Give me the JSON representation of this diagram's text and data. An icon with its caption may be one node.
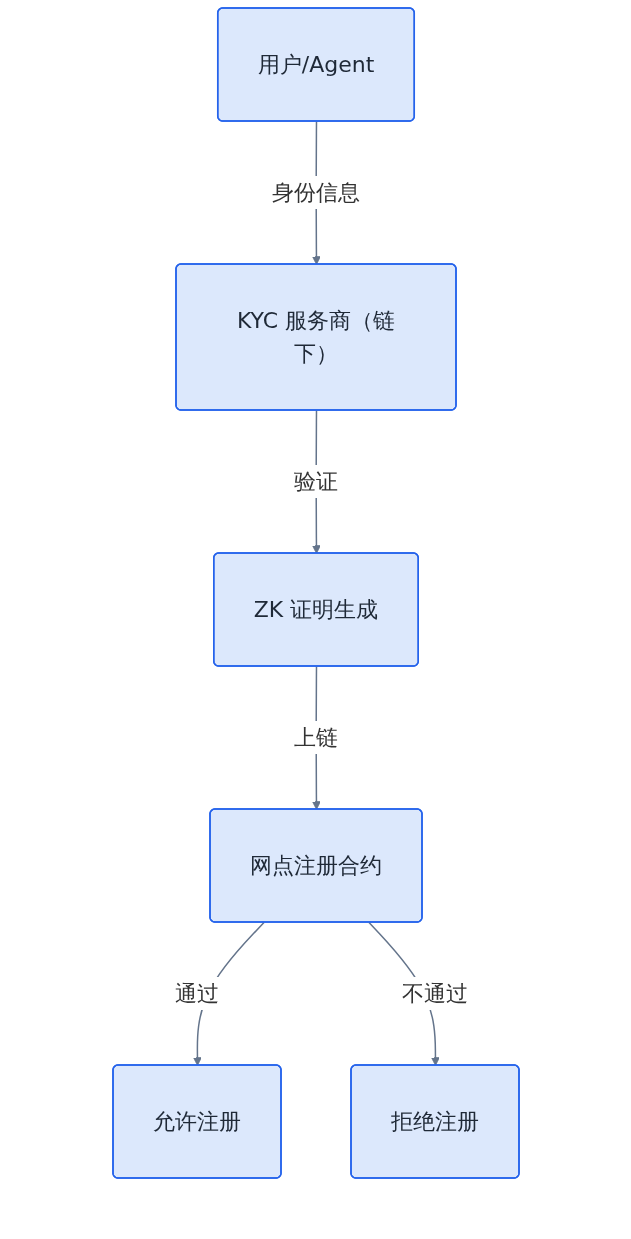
{
  "diagram": {
    "nodes": [
      {
        "text": [
          "用户/Agent"
        ]
      },
      {
        "text": [
          "KYC 服务商（链下）"
        ]
      },
      {
        "text": [
          "ZK 证明生成"
        ]
      },
      {
        "text": [
          "网点注册合约"
        ]
      },
      {
        "text": [
          "允许注册"
        ]
      },
      {
        "text": [
          "拒绝注册"
        ]
      }
    ],
    "edges": [
      {
        "from": 0,
        "to": 1,
        "arrow": "to",
        "label": "身份信息"
      },
      {
        "from": 1,
        "to": 2,
        "arrow": "to",
        "label": "验证"
      },
      {
        "from": 2,
        "to": 3,
        "arrow": "to",
        "label": "上链"
      },
      {
        "from": 3,
        "to": 4,
        "arrow": "to",
        "label": "通过"
      },
      {
        "from": 3,
        "to": 5,
        "arrow": "to",
        "label": "不通过"
      }
    ]
  }
}
